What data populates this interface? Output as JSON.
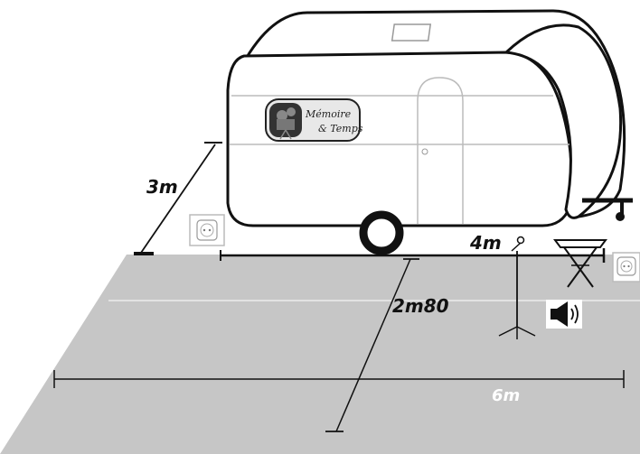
{
  "diagram": {
    "dimensions": {
      "depth_label": "3m",
      "length_label": "4m",
      "pitch_depth_label": "2m80",
      "pitch_width_label": "6m"
    },
    "logo": {
      "line1": "Mémoire",
      "line2": "& Temps"
    },
    "icons": [
      "power-outlet-icon",
      "speaker-icon",
      "microphone-stand-icon",
      "folding-table-icon",
      "film-camera-icon"
    ],
    "colors": {
      "ground": "#c6c6c6",
      "outline": "#111111",
      "caravan_body": "#ffffff"
    }
  }
}
